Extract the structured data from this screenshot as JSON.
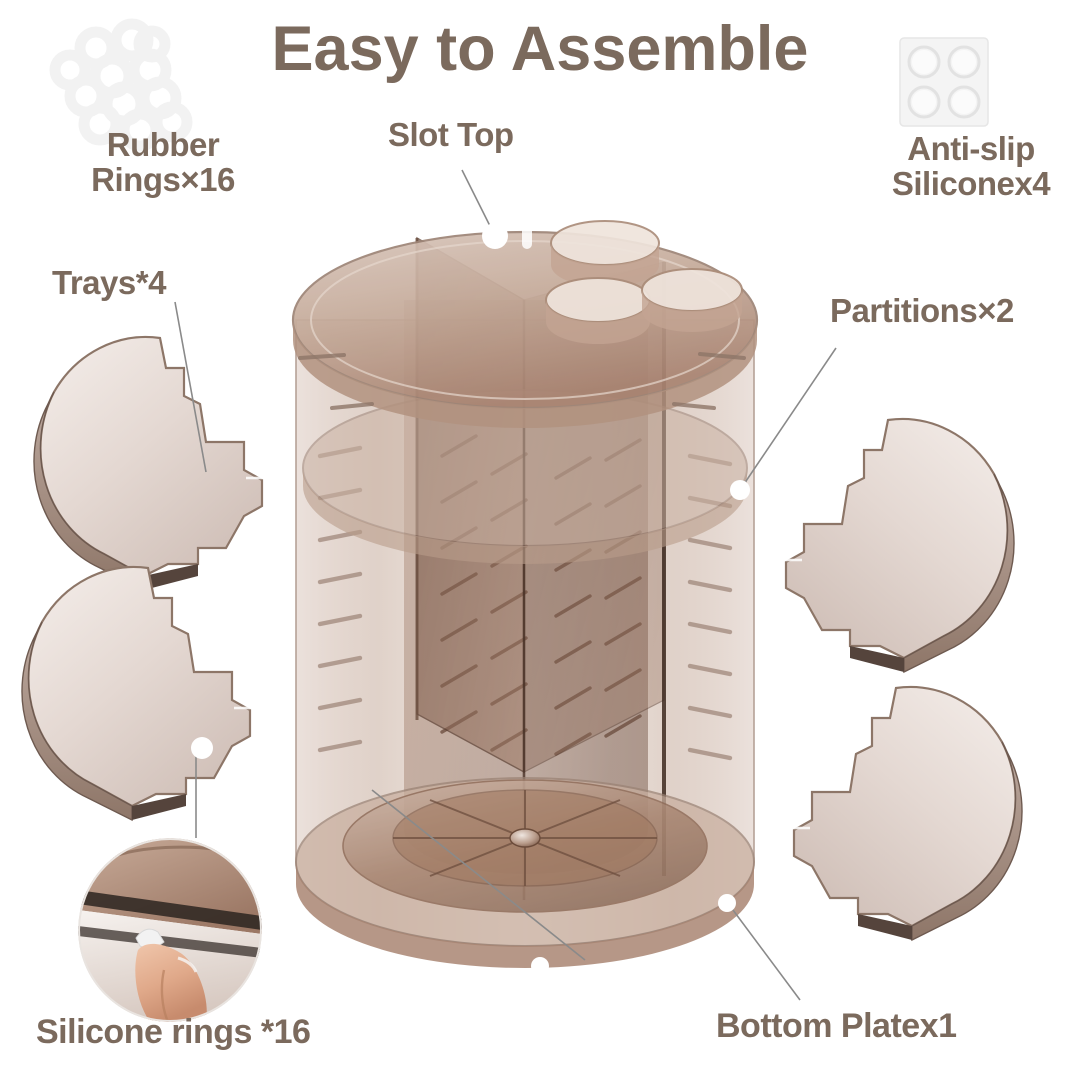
{
  "page": {
    "title": "Easy to Assemble",
    "background_color": "#ffffff",
    "text_color": "#7b6a5d",
    "product": "rotating acrylic cosmetic storage organizer",
    "product_body_color": "#b49b8c",
    "product_tint_color": "#8d6e5d"
  },
  "labels": {
    "rubber_rings": "Rubber\nRings×16",
    "anti_slip": "Anti-slip\nSiliconex4",
    "trays": "Trays*4",
    "slot_top": "Slot Top",
    "partitions": "Partitions×2",
    "silicone_rings": "Silicone rings *16",
    "bottom_plate": "Bottom Platex1"
  },
  "parts": [
    {
      "name": "Rubber Rings",
      "quantity": 16,
      "label": "Rubber Rings×16",
      "position": "top-left"
    },
    {
      "name": "Anti-slip Silicone",
      "quantity": 4,
      "label": "Anti-slip Siliconex4",
      "position": "top-right"
    },
    {
      "name": "Trays",
      "quantity": 4,
      "label": "Trays*4",
      "position": "left"
    },
    {
      "name": "Slot Top",
      "quantity": 1,
      "label": "Slot Top",
      "position": "top-center"
    },
    {
      "name": "Partitions",
      "quantity": 2,
      "label": "Partitions×2",
      "position": "right"
    },
    {
      "name": "Silicone rings",
      "quantity": 16,
      "label": "Silicone rings *16",
      "position": "bottom-left"
    },
    {
      "name": "Bottom Plate",
      "quantity": 1,
      "label": "Bottom Platex1",
      "position": "bottom-right"
    }
  ],
  "icons": {
    "rubber_rings_cluster": "rings-cluster-icon",
    "anti_slip_pad": "silicone-pad-icon"
  }
}
